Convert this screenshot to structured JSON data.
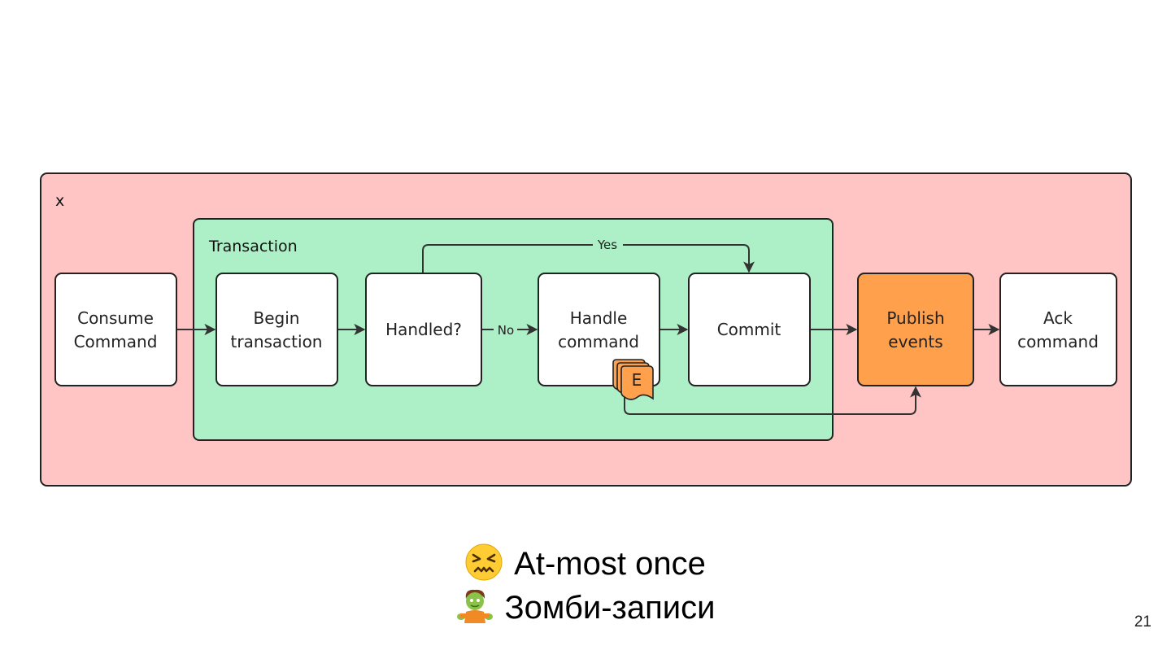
{
  "outer_group": {
    "label": "x",
    "fill": "#ffc5c5"
  },
  "transaction_group": {
    "label": "Transaction",
    "fill": "#adf0c7"
  },
  "nodes": {
    "consume": {
      "line1": "Consume",
      "line2": "Command"
    },
    "begin": {
      "line1": "Begin",
      "line2": "transaction"
    },
    "handled": {
      "line1": "Handled?"
    },
    "handle": {
      "line1": "Handle",
      "line2": "command"
    },
    "commit": {
      "line1": "Commit"
    },
    "publish": {
      "line1": "Publish",
      "line2": "events",
      "fill": "#ffa04d"
    },
    "ack": {
      "line1": "Ack",
      "line2": "command"
    }
  },
  "edges": {
    "yes_label": "Yes",
    "no_label": "No"
  },
  "event_badge": {
    "label": "E",
    "fill": "#ffa04d"
  },
  "captions": {
    "line1": {
      "icon": "confounded-face-icon",
      "text": "At-most once"
    },
    "line2": {
      "icon": "zombie-icon",
      "text": "Зомби-записи"
    }
  },
  "page_number": "21"
}
